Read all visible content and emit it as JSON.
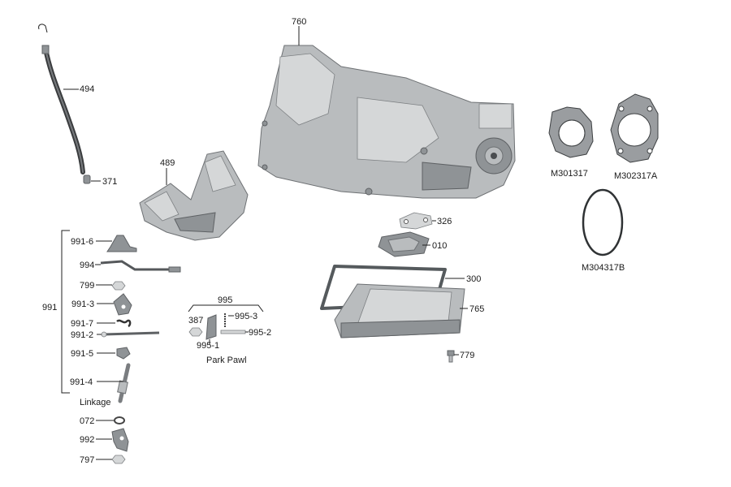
{
  "parts": {
    "p494": "494",
    "p371": "371",
    "p489": "489",
    "p760": "760",
    "p326": "326",
    "p010": "010",
    "p300": "300",
    "p765": "765",
    "p779": "779",
    "m301317": "M301317",
    "m302317a": "M302317A",
    "m304317b": "M304317B",
    "p991": "991",
    "p991_6": "991-6",
    "p994": "994",
    "p799": "799",
    "p991_3": "991-3",
    "p991_7": "991-7",
    "p991_2": "991-2",
    "p991_5": "991-5",
    "p991_4": "991-4",
    "p072": "072",
    "p992": "992",
    "p797": "797",
    "p995": "995",
    "p387": "387",
    "p995_3": "995-3",
    "p995_2": "995-2",
    "p995_1": "995-1"
  },
  "captions": {
    "linkage": "Linkage",
    "park_pawl": "Park Pawl"
  },
  "colors": {
    "metal": "#b9bcbe",
    "metal_dark": "#8f9396",
    "gasket": "#9a9da0",
    "ink": "#1a1a1a"
  }
}
